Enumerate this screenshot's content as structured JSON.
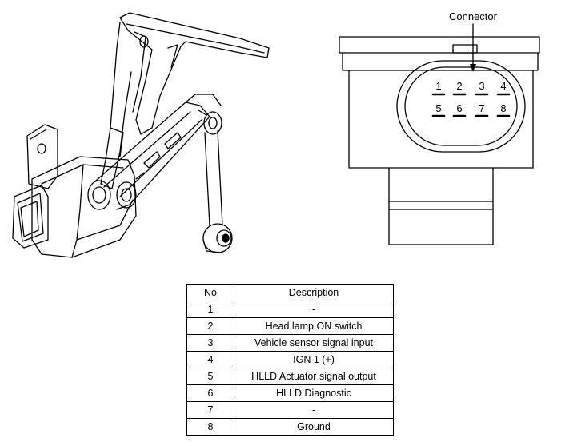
{
  "connector_label": "Connector",
  "pins": [
    "1",
    "2",
    "3",
    "4",
    "5",
    "6",
    "7",
    "8"
  ],
  "table": {
    "headers": {
      "no": "No",
      "description": "Description"
    },
    "rows": [
      {
        "no": "1",
        "description": "-"
      },
      {
        "no": "2",
        "description": "Head lamp ON switch"
      },
      {
        "no": "3",
        "description": "Vehicle sensor signal input"
      },
      {
        "no": "4",
        "description": "IGN 1 (+)"
      },
      {
        "no": "5",
        "description": "HLLD Actuator signal output"
      },
      {
        "no": "6",
        "description": "HLLD Diagnostic"
      },
      {
        "no": "7",
        "description": "-"
      },
      {
        "no": "8",
        "description": "Ground"
      }
    ]
  }
}
